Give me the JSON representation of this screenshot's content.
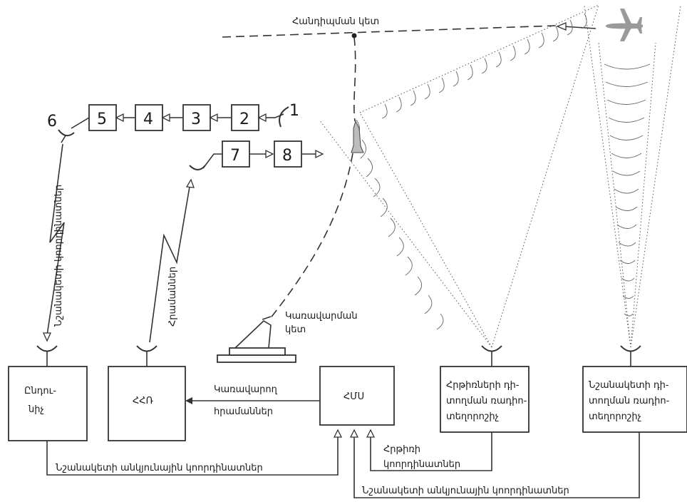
{
  "labels": {
    "meeting_point": "Հանդիպման կետ",
    "control_point_line1": "Կառավարման",
    "control_point_line2": "կետ",
    "target_coords_vertical": "Նշանակետի կոորդինատներ",
    "commands_vertical": "Հրամաններ",
    "control_commands_line1": "Կառավարող",
    "control_commands_line2": "հրամաններ",
    "target_angular_coords_1": "Նշանակետի անկյունային կոորդինատներ",
    "target_angular_coords_2": "Նշանակետի անկյունային կոորդինատներ",
    "missile_coords_line1": "Հրթիռի",
    "missile_coords_line2": "կոորդինատներ"
  },
  "boxes": {
    "coordinator_line1": "Ընդու-",
    "coordinator_line2": "նիչ",
    "hhr": "ՀՀՌ",
    "hms": "ՀՄՍ",
    "missile_radar_line1": "Հրթիռների դի-",
    "missile_radar_line2": "տողման ռադիո-",
    "missile_radar_line3": "տեղորոշիչ",
    "target_radar_line1": "Նշանակետի դի-",
    "target_radar_line2": "տողման ռադիո-",
    "target_radar_line3": "տեղորոշիչ"
  },
  "chain_numbers": [
    "1",
    "2",
    "3",
    "4",
    "5",
    "6",
    "7",
    "8"
  ],
  "icons": [
    "airplane-icon",
    "missile-icon",
    "dish-antenna-icon",
    "receive-antenna-icon",
    "launcher-icon"
  ],
  "colors": {
    "line": "#333333",
    "airplane": "#9a9a9a",
    "missile": "#bdbdbd"
  }
}
